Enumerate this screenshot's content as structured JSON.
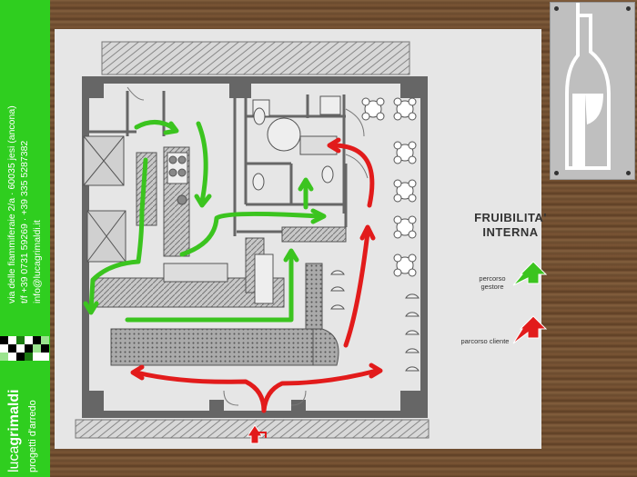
{
  "sidebar": {
    "address": "via delle fiammiferaie 2/a · 60035 jesi (ancona)",
    "phone": "t/f +39  0731  59269  ·  +39 335 5287382",
    "email": "info@lucagrimaldi.it",
    "brand_light": "luca",
    "brand_bold": "grimaldi",
    "brand_sub": "progetti d'arredo",
    "color": "#2fce1f"
  },
  "diagram": {
    "title_line1": "FRUIBILITA'",
    "title_line2": "INTERNA",
    "legend": [
      {
        "label_line1": "percorso",
        "label_line2": "gestore",
        "color": "#3bc41f"
      },
      {
        "label_line1": "parcorso cliente",
        "label_line2": "",
        "color": "#e21b1b"
      }
    ]
  },
  "logo": {
    "icon": "wine-bottle-glass-icon"
  }
}
